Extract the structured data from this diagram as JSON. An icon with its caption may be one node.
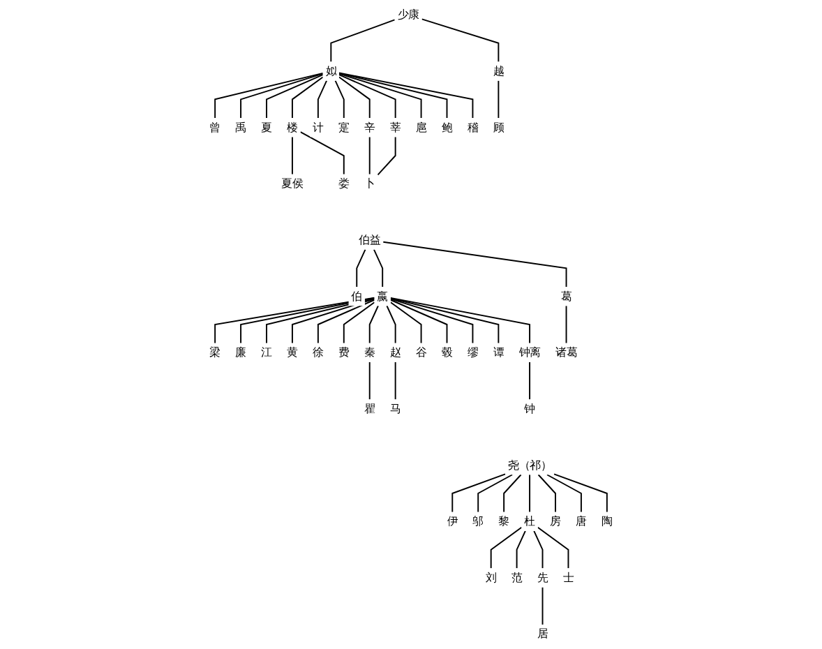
{
  "diagram": {
    "nodes": [
      {
        "text": [
          "少康"
        ]
      },
      {
        "text": [
          "姒"
        ]
      },
      {
        "text": [
          "越"
        ]
      },
      {
        "text": [
          "曾"
        ]
      },
      {
        "text": [
          "禹"
        ]
      },
      {
        "text": [
          "夏"
        ]
      },
      {
        "text": [
          "楼"
        ]
      },
      {
        "text": [
          "计"
        ]
      },
      {
        "text": [
          "寔"
        ]
      },
      {
        "text": [
          "辛"
        ]
      },
      {
        "text": [
          "莘"
        ]
      },
      {
        "text": [
          "扈"
        ]
      },
      {
        "text": [
          "鲍"
        ]
      },
      {
        "text": [
          "稽"
        ]
      },
      {
        "text": [
          "顾"
        ]
      },
      {
        "text": [
          "夏侯"
        ]
      },
      {
        "text": [
          "娄"
        ]
      },
      {
        "text": [
          "卜"
        ]
      },
      {
        "text": [
          "伯益"
        ]
      },
      {
        "text": [
          "伯"
        ]
      },
      {
        "text": [
          "嬴"
        ]
      },
      {
        "text": [
          "葛"
        ]
      },
      {
        "text": [
          "梁"
        ]
      },
      {
        "text": [
          "廉"
        ]
      },
      {
        "text": [
          "江"
        ]
      },
      {
        "text": [
          "黄"
        ]
      },
      {
        "text": [
          "徐"
        ]
      },
      {
        "text": [
          "费"
        ]
      },
      {
        "text": [
          "秦"
        ]
      },
      {
        "text": [
          "赵"
        ]
      },
      {
        "text": [
          "谷"
        ]
      },
      {
        "text": [
          "毂"
        ]
      },
      {
        "text": [
          "缪"
        ]
      },
      {
        "text": [
          "谭"
        ]
      },
      {
        "text": [
          "钟离"
        ]
      },
      {
        "text": [
          "诸葛"
        ]
      },
      {
        "text": [
          "瞿"
        ]
      },
      {
        "text": [
          "马"
        ]
      },
      {
        "text": [
          "钟"
        ]
      },
      {
        "text": [
          "尧（祁）"
        ]
      },
      {
        "text": [
          "伊"
        ]
      },
      {
        "text": [
          "邬"
        ]
      },
      {
        "text": [
          "黎"
        ]
      },
      {
        "text": [
          "杜"
        ]
      },
      {
        "text": [
          "房"
        ]
      },
      {
        "text": [
          "唐"
        ]
      },
      {
        "text": [
          "陶"
        ]
      },
      {
        "text": [
          "刘"
        ]
      },
      {
        "text": [
          "范"
        ]
      },
      {
        "text": [
          "先"
        ]
      },
      {
        "text": [
          "士"
        ]
      },
      {
        "text": [
          "居"
        ]
      }
    ],
    "edges": [
      {
        "from": 0,
        "to": 1,
        "arrow": "none"
      },
      {
        "from": 0,
        "to": 2,
        "arrow": "none"
      },
      {
        "from": 1,
        "to": 3,
        "arrow": "none"
      },
      {
        "from": 1,
        "to": 4,
        "arrow": "none"
      },
      {
        "from": 1,
        "to": 5,
        "arrow": "none"
      },
      {
        "from": 1,
        "to": 6,
        "arrow": "none"
      },
      {
        "from": 1,
        "to": 7,
        "arrow": "none"
      },
      {
        "from": 1,
        "to": 8,
        "arrow": "none"
      },
      {
        "from": 1,
        "to": 9,
        "arrow": "none"
      },
      {
        "from": 1,
        "to": 10,
        "arrow": "none"
      },
      {
        "from": 1,
        "to": 11,
        "arrow": "none"
      },
      {
        "from": 1,
        "to": 12,
        "arrow": "none"
      },
      {
        "from": 1,
        "to": 13,
        "arrow": "none"
      },
      {
        "from": 2,
        "to": 14,
        "arrow": "none"
      },
      {
        "from": 6,
        "to": 15,
        "arrow": "none"
      },
      {
        "from": 6,
        "to": 16,
        "arrow": "none"
      },
      {
        "from": 9,
        "to": 17,
        "arrow": "none"
      },
      {
        "from": 10,
        "to": 17,
        "arrow": "none"
      },
      {
        "from": 18,
        "to": 19,
        "arrow": "none"
      },
      {
        "from": 18,
        "to": 20,
        "arrow": "none"
      },
      {
        "from": 18,
        "to": 21,
        "arrow": "none"
      },
      {
        "from": 20,
        "to": 22,
        "arrow": "none"
      },
      {
        "from": 20,
        "to": 23,
        "arrow": "none"
      },
      {
        "from": 20,
        "to": 24,
        "arrow": "none"
      },
      {
        "from": 20,
        "to": 25,
        "arrow": "none"
      },
      {
        "from": 20,
        "to": 26,
        "arrow": "none"
      },
      {
        "from": 20,
        "to": 27,
        "arrow": "none"
      },
      {
        "from": 20,
        "to": 28,
        "arrow": "none"
      },
      {
        "from": 20,
        "to": 29,
        "arrow": "none"
      },
      {
        "from": 20,
        "to": 30,
        "arrow": "none"
      },
      {
        "from": 20,
        "to": 31,
        "arrow": "none"
      },
      {
        "from": 20,
        "to": 32,
        "arrow": "none"
      },
      {
        "from": 20,
        "to": 33,
        "arrow": "none"
      },
      {
        "from": 20,
        "to": 34,
        "arrow": "none"
      },
      {
        "from": 21,
        "to": 35,
        "arrow": "none"
      },
      {
        "from": 28,
        "to": 36,
        "arrow": "none"
      },
      {
        "from": 29,
        "to": 37,
        "arrow": "none"
      },
      {
        "from": 34,
        "to": 38,
        "arrow": "none"
      },
      {
        "from": 39,
        "to": 40,
        "arrow": "none"
      },
      {
        "from": 39,
        "to": 41,
        "arrow": "none"
      },
      {
        "from": 39,
        "to": 42,
        "arrow": "none"
      },
      {
        "from": 39,
        "to": 43,
        "arrow": "none"
      },
      {
        "from": 39,
        "to": 44,
        "arrow": "none"
      },
      {
        "from": 39,
        "to": 45,
        "arrow": "none"
      },
      {
        "from": 39,
        "to": 46,
        "arrow": "none"
      },
      {
        "from": 43,
        "to": 47,
        "arrow": "none"
      },
      {
        "from": 43,
        "to": 48,
        "arrow": "none"
      },
      {
        "from": 43,
        "to": 49,
        "arrow": "none"
      },
      {
        "from": 43,
        "to": 50,
        "arrow": "none"
      },
      {
        "from": 49,
        "to": 51,
        "arrow": "none"
      }
    ]
  }
}
